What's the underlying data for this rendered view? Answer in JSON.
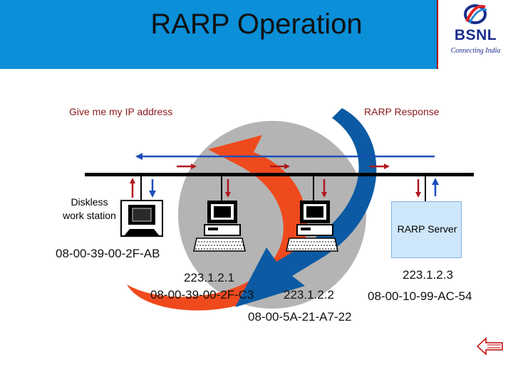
{
  "slide": {
    "title": "RARP Operation",
    "logo": {
      "name": "BSNL",
      "tagline": "Connecting India"
    }
  },
  "labels": {
    "request": "Give me my IP address",
    "response": "RARP Response",
    "diskless": "Diskless work station",
    "server": "RARP Server"
  },
  "hosts": {
    "diskless_mac": "08-00-39-00-2F-AB",
    "host1_ip": "223.1.2.1",
    "host1_mac": "08-00-39-00-2F-C3",
    "host2_ip": "223.1.2.2",
    "host2_mac": "08-00-5A-21-A7-22",
    "server_ip": "223.1.2.3",
    "server_mac": "08-00-10-99-AC-54"
  },
  "colors": {
    "header": "#0a8fd8",
    "request_arrow": "#b0191e",
    "response_arrow": "#1c4fb8",
    "swoosh_orange": "#ef4a1d",
    "swoosh_blue": "#0b5aa3",
    "globe": "#b4b4b4"
  },
  "icons": {
    "back": "back-arrow-icon",
    "computer": "computer-icon",
    "logo": "bsnl-logo-icon"
  }
}
